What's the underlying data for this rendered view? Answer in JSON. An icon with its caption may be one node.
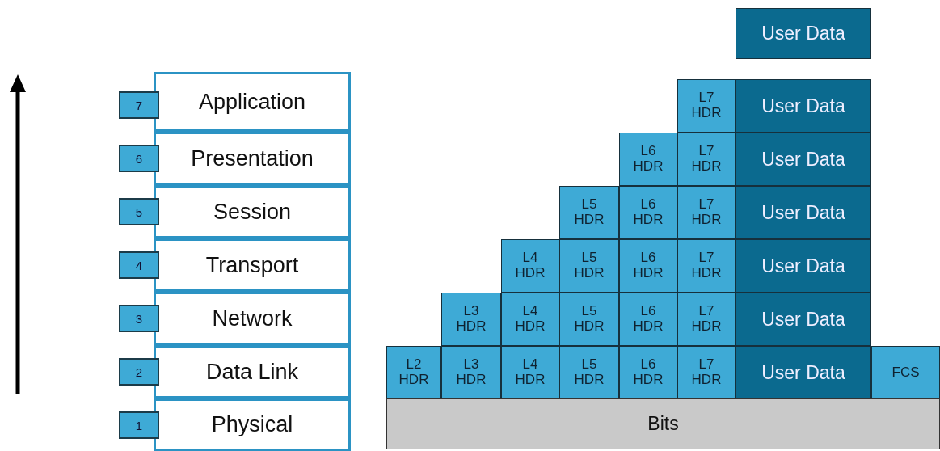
{
  "diagram": {
    "nodes": [
      {
        "text": [
          "7"
        ]
      },
      {
        "text": [
          "Application"
        ]
      },
      {
        "text": [
          "6"
        ]
      },
      {
        "text": [
          "Presentation"
        ]
      },
      {
        "text": [
          "5"
        ]
      },
      {
        "text": [
          "Session"
        ]
      },
      {
        "text": [
          "4"
        ]
      },
      {
        "text": [
          "Transport"
        ]
      },
      {
        "text": [
          "3"
        ]
      },
      {
        "text": [
          "Network"
        ]
      },
      {
        "text": [
          "2"
        ]
      },
      {
        "text": [
          "Data Link"
        ]
      },
      {
        "text": [
          "1"
        ]
      },
      {
        "text": [
          "Physical"
        ]
      },
      {
        "text": [
          "User Data"
        ]
      },
      {
        "text": [
          "L7 HDR"
        ]
      },
      {
        "text": [
          "User Data"
        ]
      },
      {
        "text": [
          "L6 HDR"
        ]
      },
      {
        "text": [
          "L7 HDR"
        ]
      },
      {
        "text": [
          "User Data"
        ]
      },
      {
        "text": [
          "L5 HDR"
        ]
      },
      {
        "text": [
          "L6 HDR"
        ]
      },
      {
        "text": [
          "L7 HDR"
        ]
      },
      {
        "text": [
          "User Data"
        ]
      },
      {
        "text": [
          "L4 HDR"
        ]
      },
      {
        "text": [
          "L5 HDR"
        ]
      },
      {
        "text": [
          "L6 HDR"
        ]
      },
      {
        "text": [
          "L7 HDR"
        ]
      },
      {
        "text": [
          "User Data"
        ]
      },
      {
        "text": [
          "L3 HDR"
        ]
      },
      {
        "text": [
          "L4 HDR"
        ]
      },
      {
        "text": [
          "L5 HDR"
        ]
      },
      {
        "text": [
          "L6 HDR"
        ]
      },
      {
        "text": [
          "L7 HDR"
        ]
      },
      {
        "text": [
          "User Data"
        ]
      },
      {
        "text": [
          "L2 HDR"
        ]
      },
      {
        "text": [
          "L3 HDR"
        ]
      },
      {
        "text": [
          "L4 HDR"
        ]
      },
      {
        "text": [
          "L5 HDR"
        ]
      },
      {
        "text": [
          "L6 HDR"
        ]
      },
      {
        "text": [
          "L7 HDR"
        ]
      },
      {
        "text": [
          "User Data"
        ]
      },
      {
        "text": [
          "FCS"
        ]
      },
      {
        "text": [
          "Bits"
        ]
      }
    ]
  }
}
